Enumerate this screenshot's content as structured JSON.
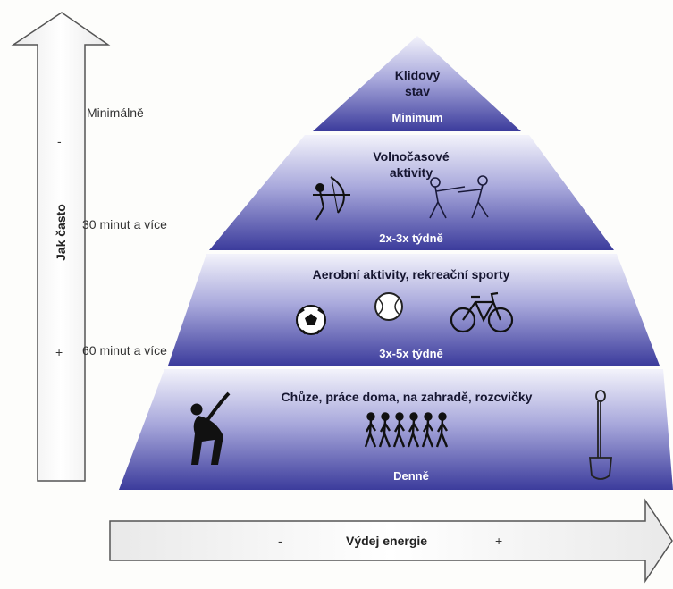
{
  "vertical_axis": {
    "label": "Jak často",
    "top_sign": "-",
    "bottom_sign": "+"
  },
  "levels_side": [
    "Minimálně",
    "30 minut a více",
    "60 minut a více"
  ],
  "tiers": [
    {
      "title_line1": "Klidový",
      "title_line2": "stav",
      "frequency": "Minimum"
    },
    {
      "title_line1": "Volnočasové",
      "title_line2": "aktivity",
      "frequency": "2x-3x týdně"
    },
    {
      "title_line1": "Aerobní aktivity, rekreační sporty",
      "title_line2": "",
      "frequency": "3x-5x týdně"
    },
    {
      "title_line1": "Chůze, práce doma, na zahradě, rozcvičky",
      "title_line2": "",
      "frequency": "Denně"
    }
  ],
  "horizontal_axis": {
    "label": "Výdej energie",
    "left_sign": "-",
    "right_sign": "+"
  },
  "colors": {
    "tier_top": "#f3f3fb",
    "tier_bottom": "#3c3c9c",
    "divider": "#ffffff",
    "arrow_fill": "#f6f6f6",
    "arrow_stroke": "#555555"
  },
  "icons": [
    "archer-icon",
    "fencers-icon",
    "soccer-ball-icon",
    "tennis-ball-icon",
    "bicycle-icon",
    "stretching-person-icon",
    "walking-people-icon",
    "garden-spade-icon"
  ]
}
